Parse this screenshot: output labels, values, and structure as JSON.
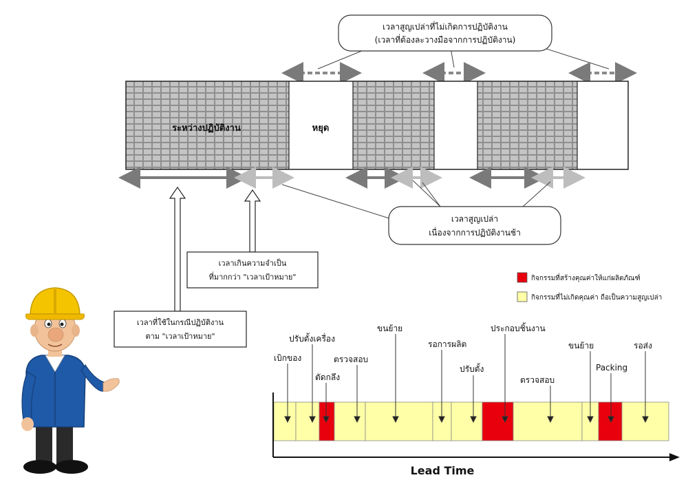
{
  "callouts": {
    "idle_line1": "เวลาสูญเปล่าที่ไม่เกิดการปฏิบัติงาน",
    "idle_line2": "(เวลาที่ต้องละวางมือจากการปฏิบัติงาน)",
    "slow_line1": "เวลาสูญเปล่า",
    "slow_line2": "เนื่องจากการปฏิบัติงานช้า",
    "excess_line1": "เวลาเกินความจำเป็น",
    "excess_line2": "ที่มากกว่า \"เวลาเป้าหมาย\"",
    "standard_line1": "เวลาที่ใช้ในกรณีปฏิบัติงาน",
    "standard_line2": "ตาม \"เวลาเป้าหมาย\""
  },
  "bar": {
    "working_label": "ระหว่างปฏิบัติงาน",
    "stop_label": "หยุด"
  },
  "legend": {
    "value_added": "กิจกรรมที่สร้างคุณค่าให้แก่ผลิตภัณฑ์",
    "non_value_added": "กิจกรรมที่ไม่เกิดคุณค่า ถือเป็นความสูญเปล่า",
    "value_added_color": "#e8000d",
    "non_value_added_color": "#ffffa8"
  },
  "process": {
    "labels": {
      "pick": "เบิกของ",
      "setup_machine": "ปรับตั้งเครื่อง",
      "cut": "ตัดกลึง",
      "inspect1": "ตรวจสอบ",
      "move1": "ขนย้าย",
      "wait_production": "รอการผลิต",
      "adjust": "ปรับตั้ง",
      "assemble": "ประกอบชิ้นงาน",
      "inspect2": "ตรวจสอบ",
      "move2": "ขนย้าย",
      "packing": "Packing",
      "wait_ship": "รอส่ง"
    },
    "axis_label": "Lead Time"
  },
  "colors": {
    "hatch_fill": "#b8b8b8",
    "arrow_dark": "#7a7a7a",
    "arrow_light": "#bdbdbd",
    "helmet": "#f5c400",
    "jacket": "#1f5aa8"
  }
}
